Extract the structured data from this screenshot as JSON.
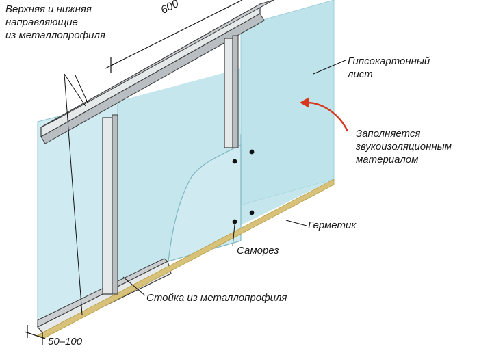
{
  "labels": {
    "top_bottom_guides": [
      "Верхняя и нижняя",
      "направляющие",
      "из металлопрофиля"
    ],
    "dim_spacing": "600",
    "gypsum_sheet": [
      "Гипсокартонный",
      "лист"
    ],
    "sound_insulation": [
      "Заполняется",
      "звукоизоляционным",
      "материалом"
    ],
    "sealant": "Герметик",
    "screw": "Саморез",
    "stud": "Стойка из металлопрофиля",
    "dim_offset": "50–100"
  },
  "colors": {
    "board": "#bfe3ea",
    "board_edge": "#9ccfd8",
    "metal": "#e6e9ea",
    "metal_shade": "#b9bec2",
    "metal_outline": "#3a3a3a",
    "sealant": "#d8c27a",
    "insulation_arrow": "#d9361e",
    "screw_dot": "#111111"
  }
}
